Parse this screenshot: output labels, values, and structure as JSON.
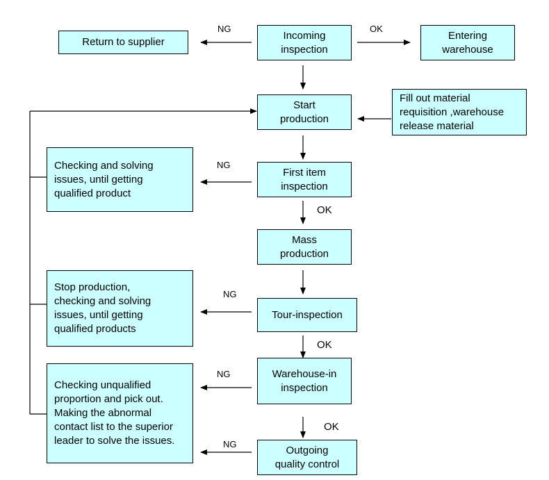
{
  "nodes": {
    "return_supplier": "Return to supplier",
    "incoming": "Incoming\ninspection",
    "entering": "Entering\nwarehouse",
    "start": "Start\nproduction",
    "fill_out": "Fill out material\nrequisition ,warehouse\nrelease material",
    "checking1": "Checking and solving\nissues, until getting\nqualified product",
    "first_item": "First item\ninspection",
    "mass": "Mass\nproduction",
    "stop": "Stop production,\nchecking and solving\nissues, until getting\nqualified products",
    "tour": "Tour-inspection",
    "checking_unq": "Checking unqualified\nproportion and pick out.\nMaking the abnormal\ncontact list to the superior\nleader to solve the issues.",
    "warehouse_in": "Warehouse-in\ninspection",
    "outgoing": "Outgoing\nquality control"
  },
  "labels": {
    "ng_incoming": "NG",
    "ok_incoming": "OK",
    "ng_first": "NG",
    "ok_first": "OK",
    "ng_tour": "NG",
    "ok_tour": "OK",
    "ng_warehouse": "NG",
    "ok_warehouse": "OK",
    "ng_outgoing": "NG"
  },
  "colors": {
    "box_fill": "#ccffff",
    "line": "#000000"
  }
}
